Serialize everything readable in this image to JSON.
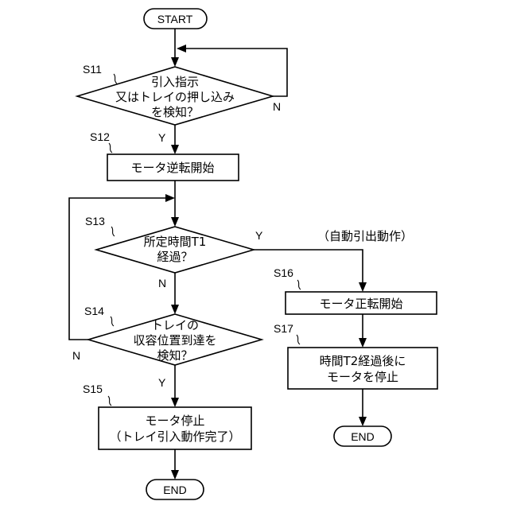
{
  "start": "START",
  "s11": {
    "label": "S11",
    "lines": [
      "引入指示",
      "又はトレイの押し込み",
      "を検知？"
    ],
    "no": "N",
    "yes": "Y"
  },
  "s12": {
    "label": "S12",
    "text": "モータ逆転開始"
  },
  "s13": {
    "label": "S13",
    "lines": [
      "所定時間T1",
      "経過？"
    ],
    "yes": "Y",
    "no": "N"
  },
  "s14": {
    "label": "S14",
    "lines": [
      "トレイの",
      "収容位置到達を",
      "検知？"
    ],
    "no": "N",
    "yes": "Y"
  },
  "s15": {
    "label": "S15",
    "lines": [
      "モータ停止",
      "（トレイ引入動作完了）"
    ]
  },
  "end_left": "END",
  "auto_note": "（自動引出動作）",
  "s16": {
    "label": "S16",
    "text": "モータ正転開始"
  },
  "s17": {
    "label": "S17",
    "lines": [
      "時間T2経過後に",
      "モータを停止"
    ]
  },
  "end_right": "END"
}
